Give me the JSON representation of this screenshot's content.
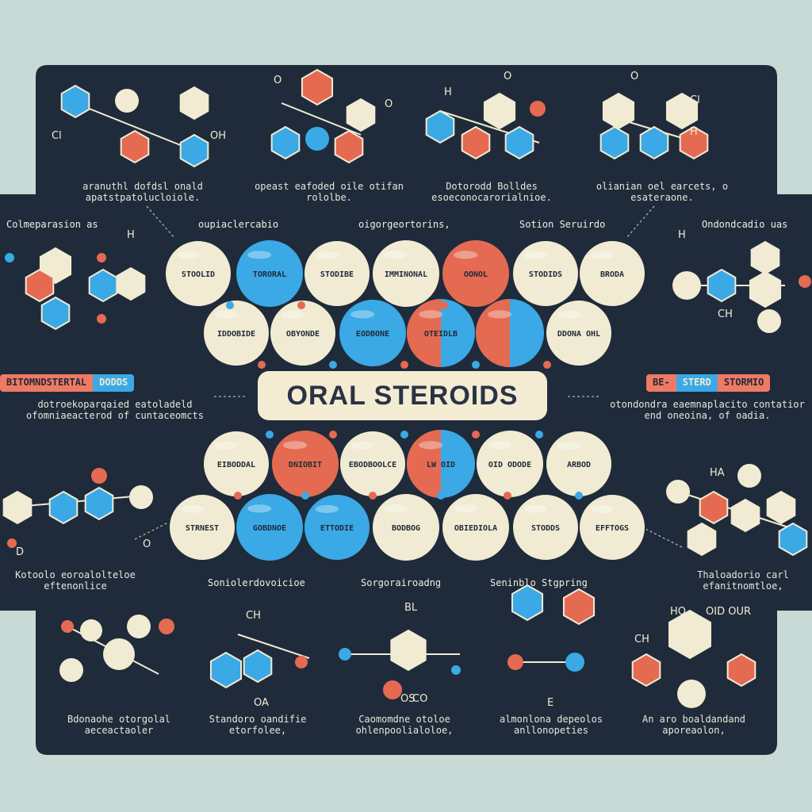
{
  "title": "ORAL STEROIDS",
  "colors": {
    "background": "#c8dad5",
    "panel": "#1f2b3a",
    "cream": "#f1ebd3",
    "blue": "#3aa9e6",
    "red": "#e56a52"
  },
  "top_captions": [
    "aranuthl dofdsl onald apatstpatolucloiole.",
    "opeast eafoded oile otifan rololbe.",
    "Dotorodd Bolldes esoeconocarorialnioe.",
    "olianian oel earcets, o esateraone."
  ],
  "row_headers": [
    "Colmeparasion as",
    "oupiaclercabio",
    "oigorgeortorins,",
    "Sotion Seruirdo",
    "Ondondcadio uas"
  ],
  "left_banner": {
    "part1": "BITOMNDSTERTAL",
    "part2": "DODDS",
    "caption": "dotroekoparqaied eatoladeld ofomniaeacterod of cuntaceomcts"
  },
  "right_banner": {
    "part1": "BE-",
    "part2": "STERD",
    "part3": "STORMIO",
    "caption": "otondondra eaemnaplacito contatior end oneoina, of oadia."
  },
  "side_captions": [
    "Kotoolo eoroalolteloe eftenonlice",
    "Thaloadorio carl efanitnomtloe,"
  ],
  "lower_headers": [
    "Soniolerdovoicioe",
    "Sorgorairoadng",
    "Seninblo Stgpring"
  ],
  "bottom_captions": [
    "Bdonaohe otorgolal aeceactaoler",
    "Standoro oandifie etorfolee,",
    "Caomomdne otoloe ohlenpoolialoloe,",
    "almonlona depeolos anllonopeties",
    "An aro boaldandand aporeaolon,"
  ],
  "atom_labels": [
    "Cl",
    "OH",
    "O",
    "O",
    "H",
    "O",
    "O",
    "Cl",
    "H",
    "H",
    "H",
    "CH",
    "D",
    "O",
    "HA",
    "BL",
    "CH",
    "OA",
    "CO",
    "E",
    "OS",
    "HO",
    "CH",
    "OID OUR"
  ],
  "top_circles": [
    {
      "label": "STOOLID",
      "color": "cream"
    },
    {
      "label": "TORORAL",
      "color": "blue"
    },
    {
      "label": "STODIBE",
      "color": "cream"
    },
    {
      "label": "IMMINONAL",
      "color": "cream"
    },
    {
      "label": "OONOL",
      "color": "red"
    },
    {
      "label": "STODIDS",
      "color": "cream"
    },
    {
      "label": "BRODA",
      "color": "cream"
    },
    {
      "label": "IDDOBIDE",
      "color": "cream"
    },
    {
      "label": "OBYONDE",
      "color": "cream"
    },
    {
      "label": "EODBONE",
      "color": "blue"
    },
    {
      "label": "OTEIDLB",
      "color": "split"
    },
    {
      "label": "",
      "color": "split"
    },
    {
      "label": "DDONA OHL",
      "color": "cream"
    }
  ],
  "bottom_circles": [
    {
      "label": "EIBODDAL",
      "color": "cream"
    },
    {
      "label": "DNIOBIT",
      "color": "red"
    },
    {
      "label": "EBODBOOLCE",
      "color": "cream"
    },
    {
      "label": "LW OID",
      "color": "split"
    },
    {
      "label": "OID ODODE",
      "color": "cream"
    },
    {
      "label": "ARBOD",
      "color": "cream"
    },
    {
      "label": "STRNEST",
      "color": "cream"
    },
    {
      "label": "GOBDNOE",
      "color": "blue"
    },
    {
      "label": "ETTODIE",
      "color": "blue"
    },
    {
      "label": "BODBOG",
      "color": "cream"
    },
    {
      "label": "OBIEDIOLA",
      "color": "cream"
    },
    {
      "label": "STODDS",
      "color": "cream"
    },
    {
      "label": "EFFTOGS",
      "color": "cream"
    }
  ]
}
